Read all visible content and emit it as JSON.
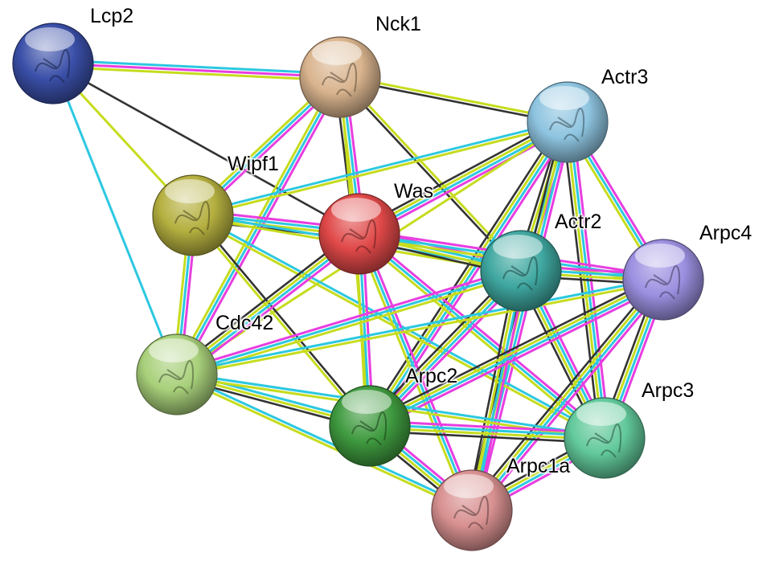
{
  "network": {
    "nodes": [
      {
        "id": "Lcp2",
        "label": "Lcp2",
        "color": "#3a4fa8"
      },
      {
        "id": "Nck1",
        "label": "Nck1",
        "color": "#d9b48e"
      },
      {
        "id": "Actr3",
        "label": "Actr3",
        "color": "#8ec4e0"
      },
      {
        "id": "Wipf1",
        "label": "Wipf1",
        "color": "#b5b040"
      },
      {
        "id": "Was",
        "label": "Was",
        "color": "#e04848"
      },
      {
        "id": "Actr2",
        "label": "Actr2",
        "color": "#3fa7a0"
      },
      {
        "id": "Arpc4",
        "label": "Arpc4",
        "color": "#9b8fe0"
      },
      {
        "id": "Cdc42",
        "label": "Cdc42",
        "color": "#a8d07a"
      },
      {
        "id": "Arpc2",
        "label": "Arpc2",
        "color": "#3f9a3f"
      },
      {
        "id": "Arpc3",
        "label": "Arpc3",
        "color": "#62c99b"
      },
      {
        "id": "Arpc1a",
        "label": "Arpc1a",
        "color": "#d89090"
      }
    ],
    "edges": [
      {
        "source": "Lcp2",
        "target": "Nck1",
        "evidence": [
          "cyan",
          "pink",
          "lime"
        ]
      },
      {
        "source": "Lcp2",
        "target": "Was",
        "evidence": [
          "black"
        ]
      },
      {
        "source": "Lcp2",
        "target": "Cdc42",
        "evidence": [
          "cyan"
        ]
      },
      {
        "source": "Lcp2",
        "target": "Wipf1",
        "evidence": [
          "lime"
        ]
      },
      {
        "source": "Nck1",
        "target": "Actr3",
        "evidence": [
          "lime",
          "black"
        ]
      },
      {
        "source": "Nck1",
        "target": "Wipf1",
        "evidence": [
          "pink",
          "cyan",
          "lime"
        ]
      },
      {
        "source": "Nck1",
        "target": "Was",
        "evidence": [
          "pink",
          "cyan",
          "lime",
          "black"
        ]
      },
      {
        "source": "Nck1",
        "target": "Actr2",
        "evidence": [
          "lime",
          "black"
        ]
      },
      {
        "source": "Nck1",
        "target": "Arpc2",
        "evidence": [
          "lime"
        ]
      },
      {
        "source": "Nck1",
        "target": "Cdc42",
        "evidence": [
          "pink",
          "cyan",
          "lime"
        ]
      },
      {
        "source": "Actr3",
        "target": "Wipf1",
        "evidence": [
          "lime",
          "cyan"
        ]
      },
      {
        "source": "Actr3",
        "target": "Was",
        "evidence": [
          "pink",
          "cyan",
          "lime",
          "black"
        ]
      },
      {
        "source": "Actr3",
        "target": "Actr2",
        "evidence": [
          "pink",
          "cyan",
          "lime",
          "black"
        ]
      },
      {
        "source": "Actr3",
        "target": "Arpc4",
        "evidence": [
          "pink",
          "cyan",
          "lime"
        ]
      },
      {
        "source": "Actr3",
        "target": "Arpc3",
        "evidence": [
          "pink",
          "cyan",
          "lime",
          "black"
        ]
      },
      {
        "source": "Actr3",
        "target": "Arpc2",
        "evidence": [
          "pink",
          "cyan",
          "lime",
          "black"
        ]
      },
      {
        "source": "Actr3",
        "target": "Arpc1a",
        "evidence": [
          "pink",
          "cyan",
          "lime",
          "black"
        ]
      },
      {
        "source": "Actr3",
        "target": "Cdc42",
        "evidence": [
          "lime"
        ]
      },
      {
        "source": "Wipf1",
        "target": "Was",
        "evidence": [
          "pink",
          "cyan",
          "lime",
          "black"
        ]
      },
      {
        "source": "Wipf1",
        "target": "Actr2",
        "evidence": [
          "cyan",
          "lime"
        ]
      },
      {
        "source": "Wipf1",
        "target": "Cdc42",
        "evidence": [
          "pink",
          "cyan",
          "lime"
        ]
      },
      {
        "source": "Wipf1",
        "target": "Arpc2",
        "evidence": [
          "black",
          "lime"
        ]
      },
      {
        "source": "Wipf1",
        "target": "Arpc3",
        "evidence": [
          "cyan",
          "lime"
        ]
      },
      {
        "source": "Was",
        "target": "Actr2",
        "evidence": [
          "pink",
          "cyan",
          "lime",
          "black"
        ]
      },
      {
        "source": "Was",
        "target": "Arpc4",
        "evidence": [
          "pink",
          "cyan",
          "lime"
        ]
      },
      {
        "source": "Was",
        "target": "Cdc42",
        "evidence": [
          "pink",
          "cyan",
          "lime",
          "black"
        ]
      },
      {
        "source": "Was",
        "target": "Arpc2",
        "evidence": [
          "pink",
          "cyan",
          "lime"
        ]
      },
      {
        "source": "Was",
        "target": "Arpc3",
        "evidence": [
          "pink",
          "cyan",
          "lime"
        ]
      },
      {
        "source": "Was",
        "target": "Arpc1a",
        "evidence": [
          "pink",
          "cyan",
          "lime"
        ]
      },
      {
        "source": "Actr2",
        "target": "Arpc4",
        "evidence": [
          "pink",
          "cyan",
          "lime",
          "black"
        ]
      },
      {
        "source": "Actr2",
        "target": "Arpc3",
        "evidence": [
          "pink",
          "cyan",
          "lime",
          "black"
        ]
      },
      {
        "source": "Actr2",
        "target": "Arpc2",
        "evidence": [
          "pink",
          "cyan",
          "lime",
          "black"
        ]
      },
      {
        "source": "Actr2",
        "target": "Arpc1a",
        "evidence": [
          "pink",
          "cyan",
          "lime",
          "black"
        ]
      },
      {
        "source": "Actr2",
        "target": "Cdc42",
        "evidence": [
          "lime",
          "cyan",
          "pink"
        ]
      },
      {
        "source": "Arpc4",
        "target": "Arpc3",
        "evidence": [
          "pink",
          "cyan",
          "lime",
          "black"
        ]
      },
      {
        "source": "Arpc4",
        "target": "Arpc2",
        "evidence": [
          "pink",
          "cyan",
          "lime",
          "black"
        ]
      },
      {
        "source": "Arpc4",
        "target": "Arpc1a",
        "evidence": [
          "pink",
          "cyan",
          "lime",
          "black"
        ]
      },
      {
        "source": "Arpc4",
        "target": "Cdc42",
        "evidence": [
          "lime",
          "cyan"
        ]
      },
      {
        "source": "Cdc42",
        "target": "Arpc2",
        "evidence": [
          "cyan",
          "lime",
          "black"
        ]
      },
      {
        "source": "Cdc42",
        "target": "Arpc3",
        "evidence": [
          "cyan",
          "lime"
        ]
      },
      {
        "source": "Cdc42",
        "target": "Arpc1a",
        "evidence": [
          "cyan",
          "lime"
        ]
      },
      {
        "source": "Arpc2",
        "target": "Arpc3",
        "evidence": [
          "pink",
          "cyan",
          "lime",
          "black"
        ]
      },
      {
        "source": "Arpc2",
        "target": "Arpc1a",
        "evidence": [
          "pink",
          "cyan",
          "lime",
          "black"
        ]
      },
      {
        "source": "Arpc3",
        "target": "Arpc1a",
        "evidence": [
          "pink",
          "cyan",
          "lime",
          "black"
        ]
      }
    ],
    "evidence_colors": {
      "pink": "#e83ee0",
      "cyan": "#2cc8e0",
      "lime": "#c6dc1e",
      "black": "#333333"
    }
  }
}
